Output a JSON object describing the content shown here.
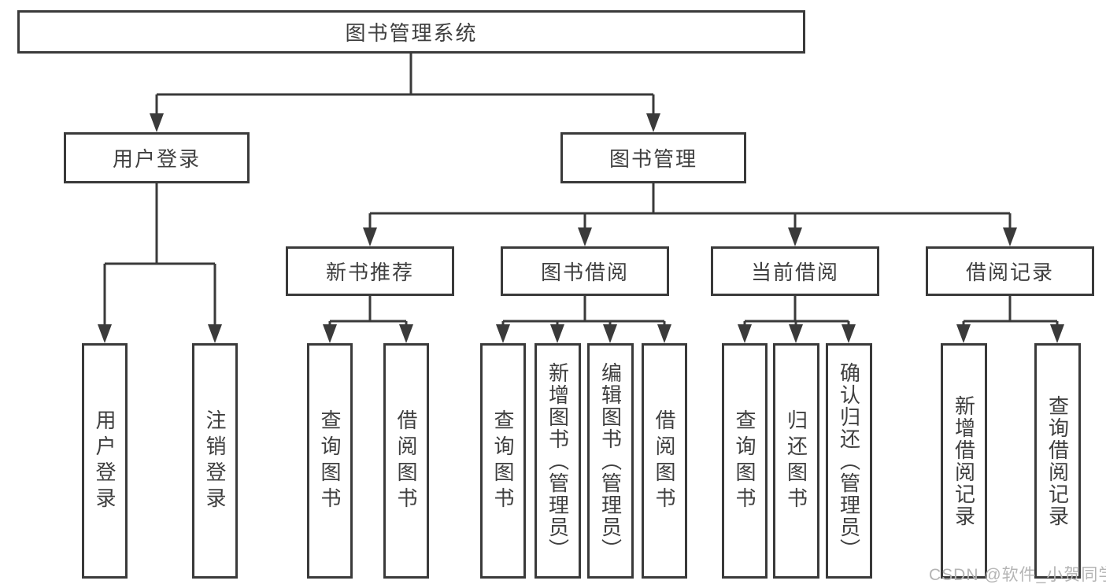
{
  "title": "图书管理系统",
  "branches": {
    "user_login": {
      "label": "用户登录",
      "children": [
        "用户登录",
        "注销登录"
      ]
    },
    "book_mgmt": {
      "label": "图书管理",
      "sections": [
        {
          "label": "新书推荐",
          "children": [
            "查询图书",
            "借阅图书"
          ]
        },
        {
          "label": "图书借阅",
          "children": [
            "查询图书",
            "新增图书（管理员）",
            "编辑图书（管理员）",
            "借阅图书"
          ]
        },
        {
          "label": "当前借阅",
          "children": [
            "查询图书",
            "归还图书",
            "确认归还（管理员）"
          ]
        },
        {
          "label": "借阅记录",
          "children": [
            "新增借阅记录",
            "查询借阅记录"
          ]
        }
      ]
    }
  },
  "watermark": "CSDN @软件_小贺同学",
  "colors": {
    "border": "#3a3a3a",
    "text": "#3f3f3f",
    "line": "#3a3a3a",
    "watermark": "#b4b4b4",
    "background": "#ffffff"
  }
}
